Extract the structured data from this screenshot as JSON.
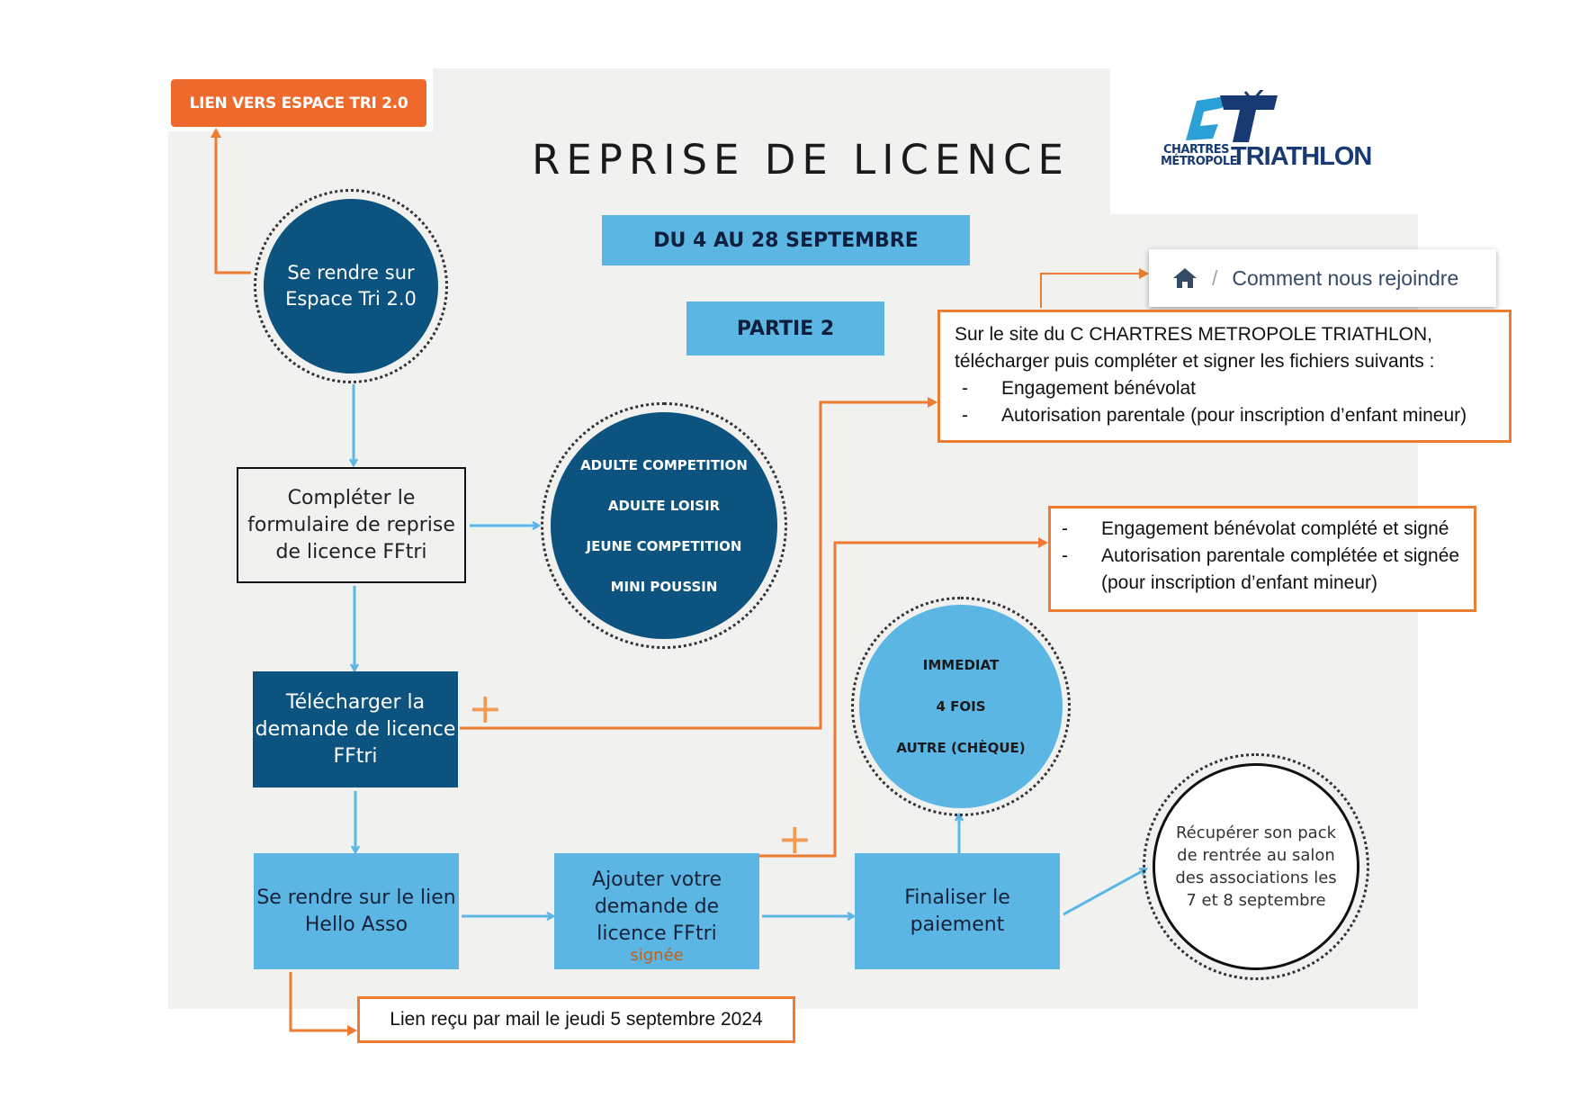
{
  "header": {
    "link_button": "LIEN VERS ESPACE TRI 2.0",
    "title": "REPRISE DE LICENCE",
    "dates": "DU 4 AU 28 SEPTEMBRE",
    "part": "PARTIE 2"
  },
  "logo": {
    "line1": "CHARTRES",
    "line2": "MÉTROPOLE",
    "brand": "TRIATHLON"
  },
  "breadcrumb": {
    "separator": "/",
    "label": "Comment nous rejoindre"
  },
  "steps": {
    "espace_tri": "Se rendre sur Espace Tri 2.0",
    "formulaire": "Compléter le formulaire de reprise de licence FFtri",
    "telecharger": "Télécharger la demande de licence FFtri",
    "hello_asso": "Se rendre sur le lien Hello Asso",
    "ajouter": "Ajouter votre demande de licence FFtri",
    "ajouter_signed": "signée",
    "finaliser": "Finaliser le paiement",
    "recuperer": "Récupérer son pack de rentrée au salon des associations les 7 et 8 septembre"
  },
  "categories": [
    "ADULTE COMPETITION",
    "ADULTE LOISIR",
    "JEUNE COMPETITION",
    "MINI POUSSIN"
  ],
  "payment_options": [
    "IMMEDIAT",
    "4 FOIS",
    "AUTRE (CHÈQUE)"
  ],
  "notes": {
    "site_intro": "Sur le site du C CHARTRES METROPOLE TRIATHLON, télécharger puis compléter et signer les fichiers suivants :",
    "site_items": [
      "Engagement bénévolat",
      "Autorisation parentale (pour inscription d’enfant mineur)"
    ],
    "signed_items": [
      "Engagement bénévolat complété et signé",
      "Autorisation parentale complétée et signée (pour inscription d’enfant mineur)"
    ],
    "mail": "Lien reçu par mail le jeudi 5 septembre 2024"
  },
  "bullet": "-",
  "plus_symbol": "+",
  "colors": {
    "dark_blue": "#0d5380",
    "light_blue": "#5bb6e4",
    "orange": "#ee7b32",
    "background": "#f1f1ef"
  }
}
